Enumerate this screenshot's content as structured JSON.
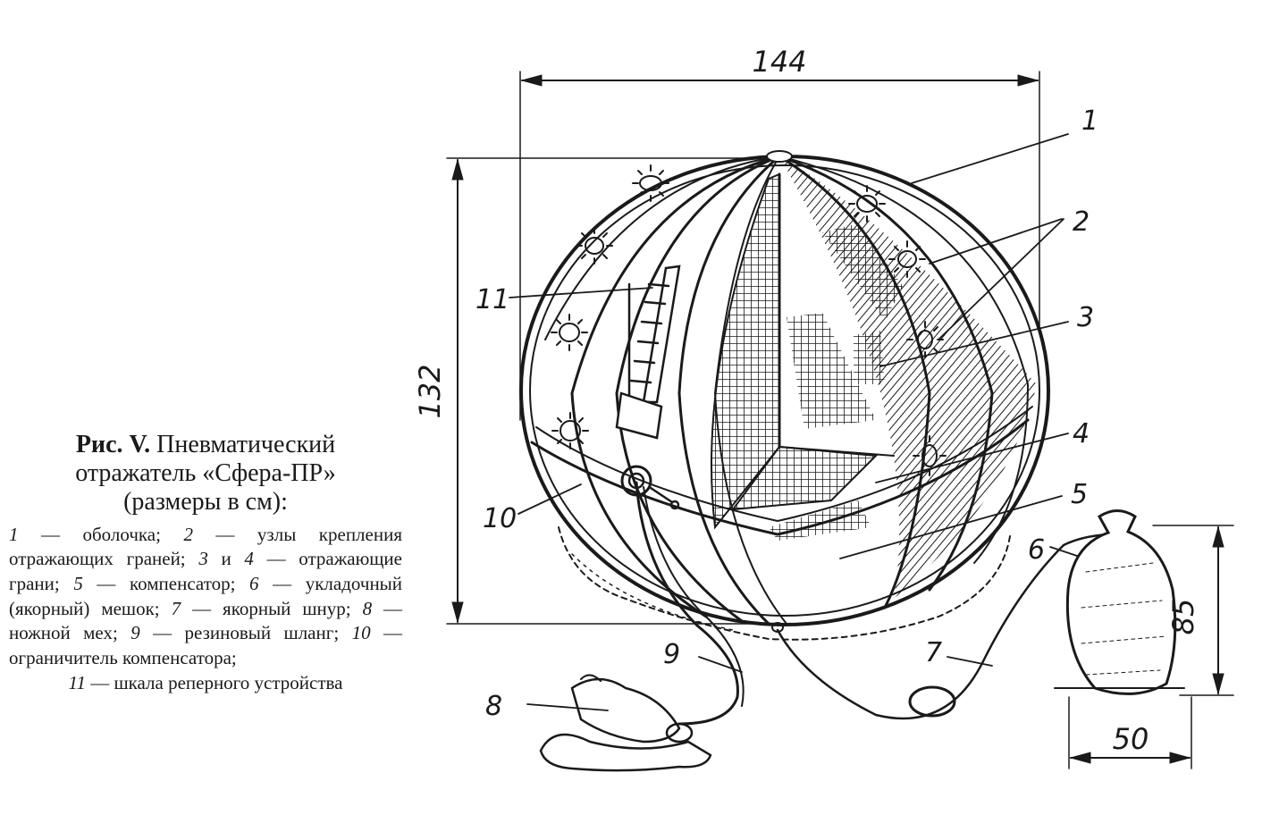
{
  "caption": {
    "fig_label": "Рис. V.",
    "title_line1": "Пневматический",
    "title_line2": "отражатель «Сфера-ПР»",
    "title_line3": "(размеры в см):"
  },
  "legend": [
    {
      "num": "1",
      "text": "оболочка;"
    },
    {
      "num": "2",
      "text": "узлы крепления отражающих граней;"
    },
    {
      "num": "3",
      "text": "и"
    },
    {
      "num": "4",
      "text": "отражающие грани;"
    },
    {
      "num": "5",
      "text": "компенсатор;"
    },
    {
      "num": "6",
      "text": "укладочный (якорный) мешок;"
    },
    {
      "num": "7",
      "text": "якорный шнур;"
    },
    {
      "num": "8",
      "text": "ножной мех;"
    },
    {
      "num": "9",
      "text": "резиновый шланг;"
    },
    {
      "num": "10",
      "text": "ограничитель компенсатора;"
    },
    {
      "num": "11",
      "text": "шкала реперного устройства"
    }
  ],
  "dimensions": {
    "width": "144",
    "height": "132",
    "bag_height": "85",
    "bag_width": "50"
  },
  "callouts": [
    "1",
    "2",
    "3",
    "4",
    "5",
    "6",
    "7",
    "8",
    "9",
    "10",
    "11"
  ]
}
